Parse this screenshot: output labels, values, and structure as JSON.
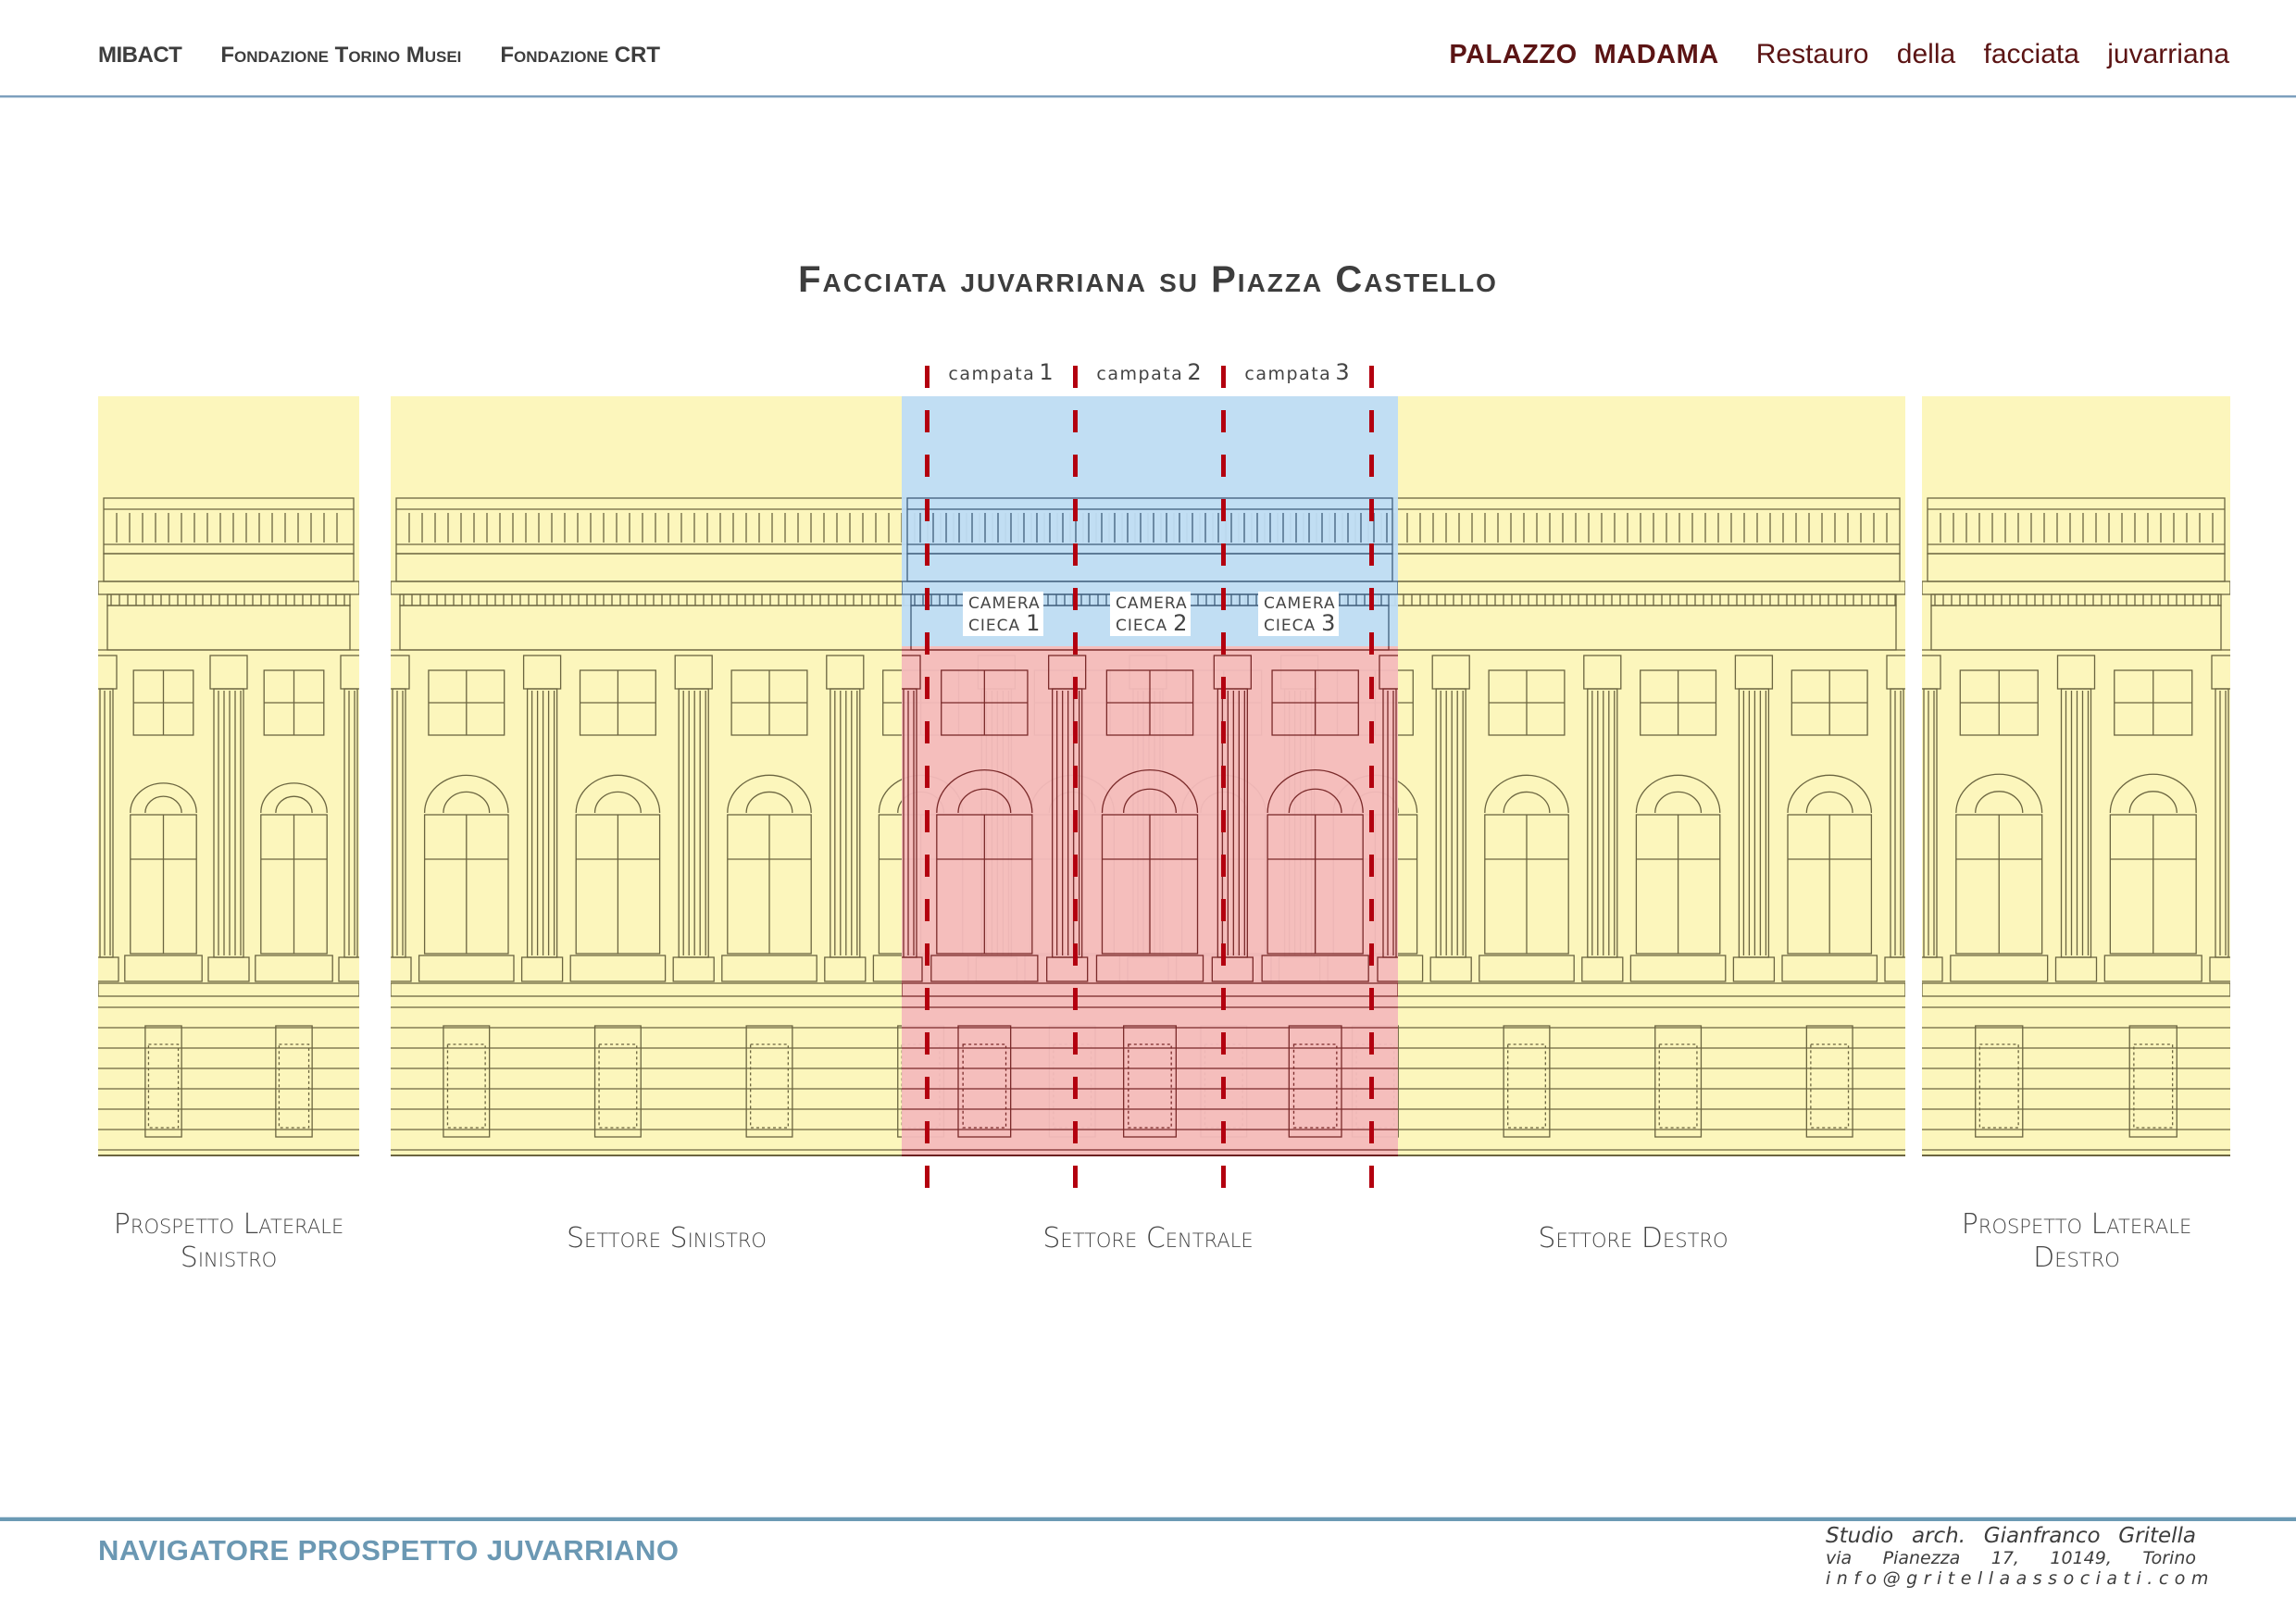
{
  "header": {
    "left_items": [
      {
        "label": "MIBACT"
      },
      {
        "label": "Fondazione Torino Musei"
      },
      {
        "label": "Fondazione CRT"
      }
    ],
    "project_name_bold_1": "PALAZZO",
    "project_name_bold_2": "MADAMA",
    "project_subtitle_words": [
      "Restauro",
      "della",
      "facciata",
      "juvarriana"
    ],
    "accent_color": "#5b1414",
    "rule_color": "#7d9fbd"
  },
  "diagram": {
    "title": "Facciata juvarriana su Piazza Castello",
    "campate": [
      {
        "label": "campata",
        "number": "1"
      },
      {
        "label": "campata",
        "number": "2"
      },
      {
        "label": "campata",
        "number": "3"
      }
    ],
    "camere_cieche": [
      {
        "line1": "CAMERA",
        "line2": "CIECA",
        "number": "1"
      },
      {
        "line1": "CAMERA",
        "line2": "CIECA",
        "number": "2"
      },
      {
        "line1": "CAMERA",
        "line2": "CIECA",
        "number": "3"
      }
    ],
    "sectors": [
      {
        "id": "prospetto-laterale-sinistro",
        "line1": "Prospetto Laterale",
        "line2": "Sinistro"
      },
      {
        "id": "settore-sinistro",
        "line1": "Settore Sinistro",
        "line2": ""
      },
      {
        "id": "settore-centrale",
        "line1": "Settore Centrale",
        "line2": ""
      },
      {
        "id": "settore-destro",
        "line1": "Settore Destro",
        "line2": ""
      },
      {
        "id": "prospetto-laterale-destro",
        "line1": "Prospetto Laterale",
        "line2": "Destro"
      }
    ],
    "colors": {
      "sector_highlight": "#fcf6bc",
      "attic_highlight": "#cde3f5",
      "central_highlight": "#f4c0c0",
      "bay_divider": "#b3000f",
      "drawing_line": "#6b6540"
    }
  },
  "footer": {
    "title": "NAVIGATORE PROSPETTO JUVARRIANO",
    "studio_name": "Studio arch. Gianfranco Gritella",
    "address": "via Pianezza 17, 10149, Torino",
    "email": "info@gritellaassociati.com",
    "rule_color": "#6b9ab4"
  }
}
